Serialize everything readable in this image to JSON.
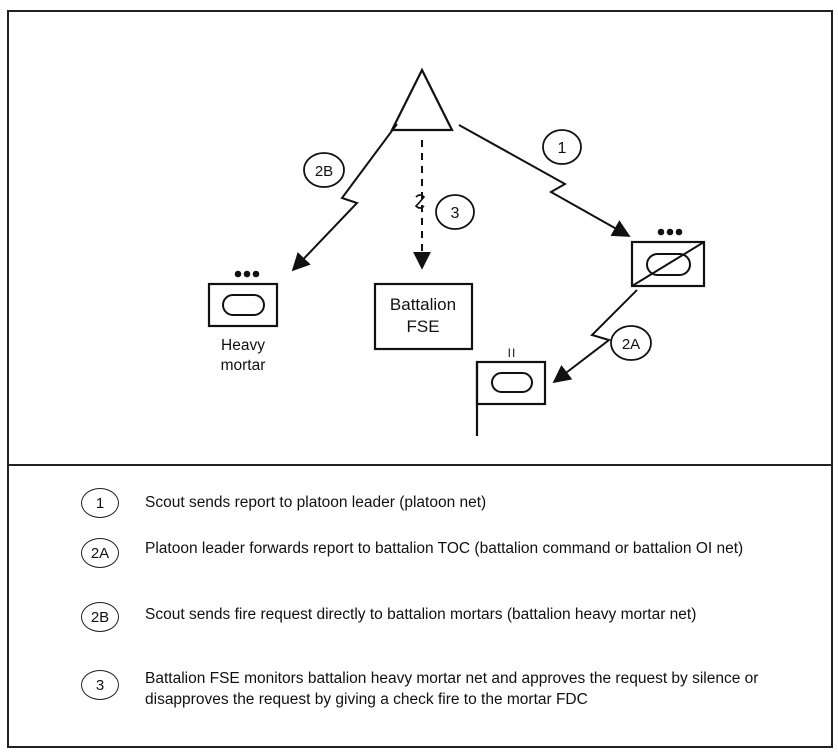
{
  "diagram": {
    "labels": {
      "battalion_fse_line1": "Battalion",
      "battalion_fse_line2": "FSE",
      "heavy_mortar_line1": "Heavy",
      "heavy_mortar_line2": "mortar",
      "tag_1": "1",
      "tag_2a": "2A",
      "tag_2b": "2B",
      "tag_3": "3",
      "mortar_unit_tick": "II"
    },
    "colors": {
      "ink": "#111111",
      "background": "#ffffff"
    }
  },
  "legend": [
    {
      "badge": "1",
      "text": "Scout sends report to platoon leader (platoon net)"
    },
    {
      "badge": "2A",
      "text": "Platoon leader forwards report to battalion TOC (battalion command or battalion OI net)"
    },
    {
      "badge": "2B",
      "text": "Scout sends fire request directly to battalion mortars (battalion heavy mortar net)"
    },
    {
      "badge": "3",
      "text": "Battalion FSE monitors battalion heavy mortar net and approves the request by silence or disapproves the request by giving a check fire to the mortar FDC"
    }
  ]
}
